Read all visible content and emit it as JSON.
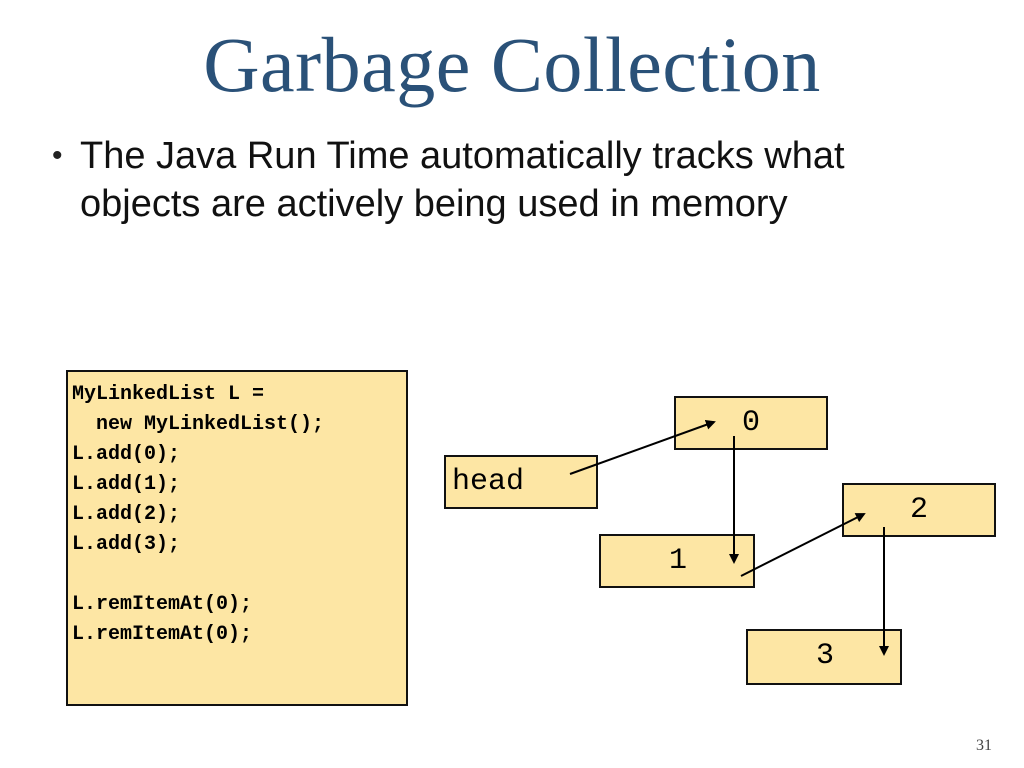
{
  "slide": {
    "title": "Garbage Collection",
    "bullet": "The Java Run Time automatically tracks what objects are actively being used in memory",
    "bullet_symbol": "•",
    "page_number": "31"
  },
  "code": {
    "lines": [
      "MyLinkedList L =",
      "  new MyLinkedList();",
      "L.add(0);",
      "L.add(1);",
      "L.add(2);",
      "L.add(3);",
      "",
      "L.remItemAt(0);",
      "L.remItemAt(0);"
    ]
  },
  "diagram": {
    "head_label": "head",
    "nodes": [
      "0",
      "1",
      "2",
      "3"
    ],
    "box_fill": "#fde6a4",
    "title_color": "#2a5178"
  }
}
